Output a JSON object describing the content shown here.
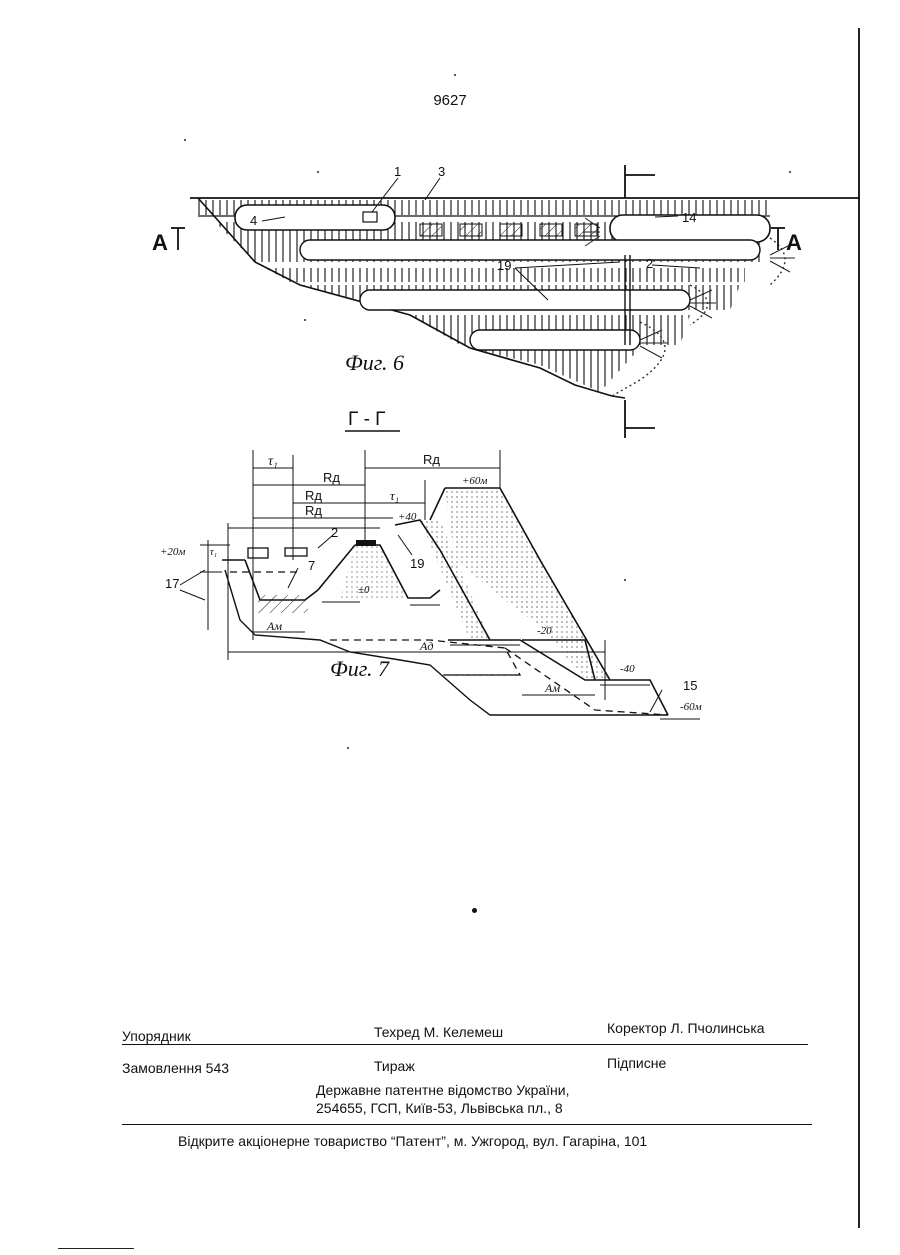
{
  "page": {
    "number": "9627"
  },
  "figure6": {
    "caption": "Фиг. 6",
    "section_left": "А",
    "section_right": "А",
    "labels": {
      "l1": "1",
      "l3": "3",
      "l4": "4",
      "l14": "14",
      "l19": "19",
      "l2": "2"
    }
  },
  "figure7": {
    "section_title": "Г - Г",
    "caption": "Фиг. 7",
    "labels": {
      "t1a": "τ₁",
      "t1b": "τ₁",
      "t1c": "τ₁",
      "rd1": "Rд",
      "rd2": "Rд",
      "rd3": "Rд",
      "rd4": "Rд",
      "e60": "+60м",
      "e40": "+40",
      "e20": "+20м",
      "e0": "±0",
      "em20": "-20",
      "em40": "-40",
      "em60": "-60м",
      "n2": "2",
      "n19": "19",
      "n7": "7",
      "n17": "17",
      "n15": "15",
      "am1": "Aм",
      "am2": "Aм",
      "ad": "Aд"
    }
  },
  "colophon": {
    "compiler": "Упорядник",
    "techred": "Техред М. Келемеш",
    "corrector": "Коректор Л. Пчолинська",
    "order": "Замовлення 543",
    "circulation": "Тираж",
    "signed": "Підписне",
    "office_line1": "Державне патентне відомство України,",
    "office_line2": "254655, ГСП, Київ-53, Львівська пл., 8",
    "publisher": "Відкрите акціонерне товариство “Патент”, м. Ужгород, вул. Гагаріна, 101"
  }
}
